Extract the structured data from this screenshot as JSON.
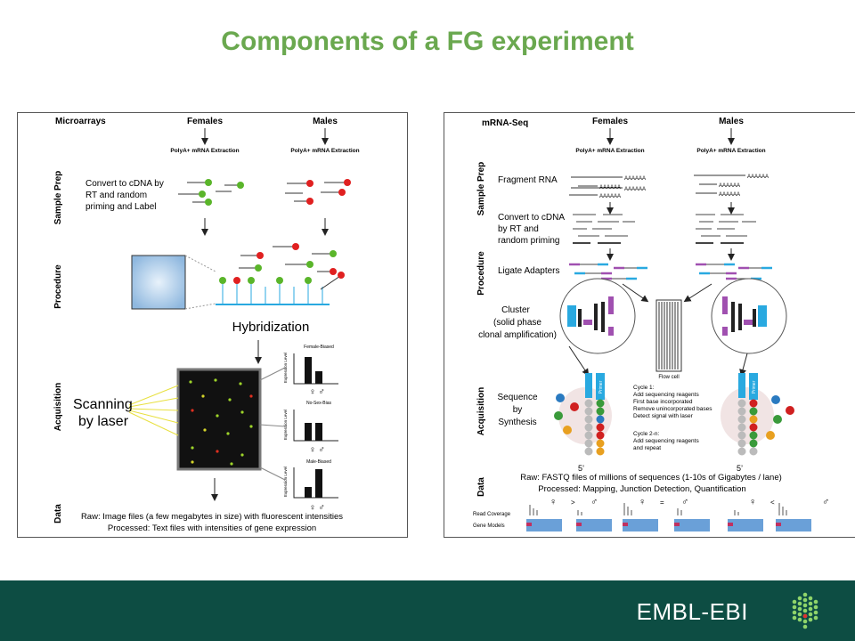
{
  "title": "Components of a FG experiment",
  "left": {
    "header": "Microarrays",
    "females": "Females",
    "males": "Males",
    "extraction": "PolyA+ mRNA Extraction",
    "stages": [
      "Sample Prep",
      "Procedure",
      "Acquisition",
      "Data"
    ],
    "convert": [
      "Convert to cDNA by",
      "RT and random",
      "priming and Label"
    ],
    "hybridization": "Hybridization",
    "scanning": [
      "Scanning",
      "by laser"
    ],
    "charts": [
      "Female-Biased",
      "No-Sex-Bias",
      "Male-Biased"
    ],
    "ylabel": "Expression Level",
    "sexes": "♀ ♂",
    "data_lines": [
      "Raw: Image files (a few megabytes in size) with fluorescent intensities",
      "Processed: Text files with intensities of gene expression"
    ]
  },
  "right": {
    "header": "mRNA-Seq",
    "females": "Females",
    "males": "Males",
    "extraction": "PolyA+ mRNA Extraction",
    "stages": [
      "Sample Prep",
      "Procedure",
      "Acquisition",
      "Data"
    ],
    "fragment": "Fragment RNA",
    "polyA": "AAAAAA",
    "convert": [
      "Convert to cDNA",
      "by RT and",
      "random priming"
    ],
    "ligate": "Ligate Adapters",
    "cluster": [
      "Cluster",
      "(solid phase",
      "clonal amplification)"
    ],
    "flowcell": "Flow cell",
    "sequence": [
      "Sequence",
      "by",
      "Synthesis"
    ],
    "primer": "Primer",
    "five_prime": "5’",
    "cycle1": [
      "Cycle 1:",
      "Add sequencing reagents",
      "First base incorporated",
      "Remove unincorporated bases",
      "Detect signal with laser"
    ],
    "cycle2": [
      "Cycle 2-n:",
      "Add sequencing reagents",
      "and repeat"
    ],
    "data_lines": [
      "Raw: FASTQ files of millions of sequences (1-10s of Gigabytes / lane)",
      "Processed: Mapping, Junction Detection, Quantification"
    ],
    "track_labels": [
      "Read Coverage",
      "Gene Models"
    ],
    "comparisons": [
      ">",
      "=",
      "<"
    ],
    "female_sym": "♀",
    "male_sym": "♂"
  },
  "footer": {
    "brand": "EMBL-EBI"
  },
  "colors": {
    "title": "#6aa84f",
    "footer": "#0d4d43",
    "green_dot": "#5ab52a",
    "red_dot": "#e02020",
    "adapter_blue": "#29a9e0",
    "adapter_purple": "#a050b0"
  }
}
